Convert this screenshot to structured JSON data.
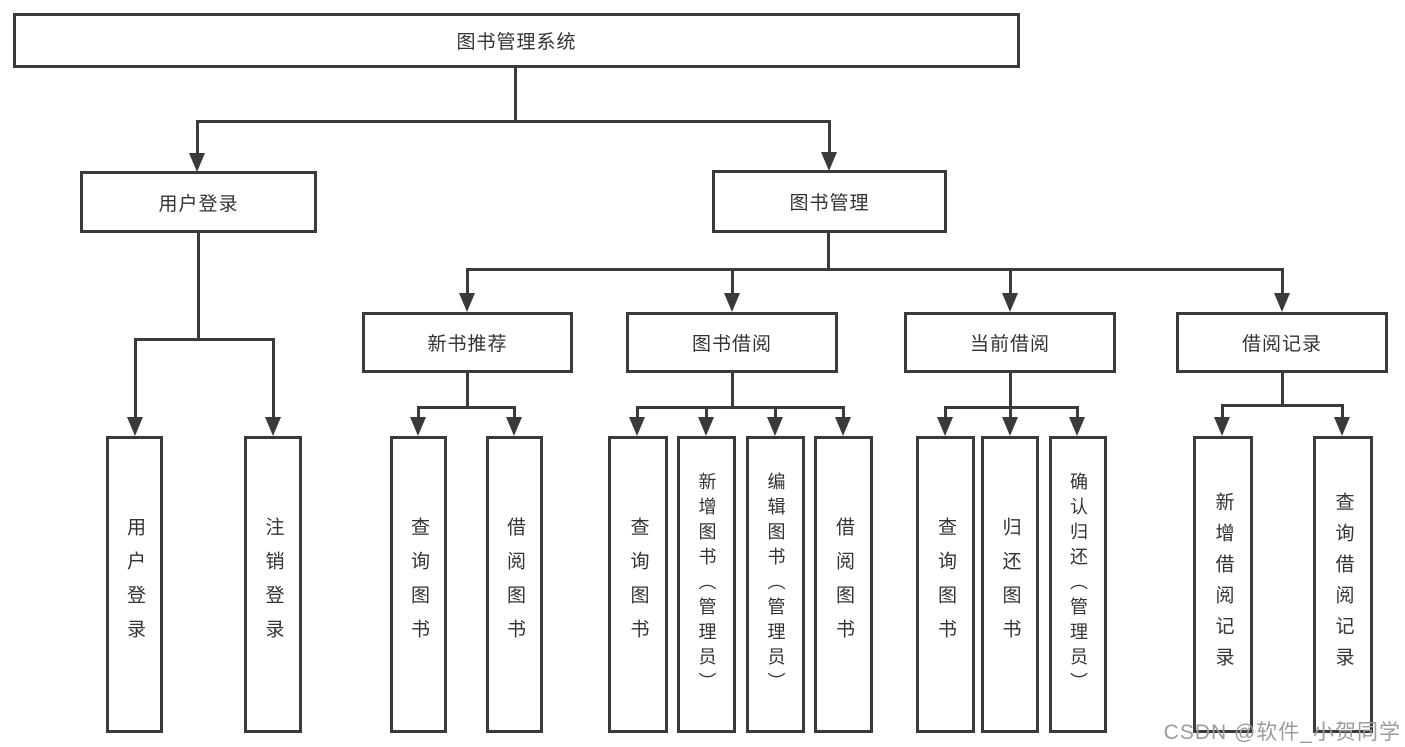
{
  "nodes": {
    "root": "图书管理系统",
    "user_login": "用户登录",
    "book_mgmt": "图书管理",
    "new_book_rec": "新书推荐",
    "book_borrow": "图书借阅",
    "current_borrow": "当前借阅",
    "borrow_records": "借阅记录",
    "ul_login": "用户登录",
    "ul_logout": "注销登录",
    "nbr_query": "查询图书",
    "nbr_borrow": "借阅图书",
    "bb_query": "查询图书",
    "bb_add": "新增图书（管理员）",
    "bb_edit": "编辑图书（管理员）",
    "bb_borrow": "借阅图书",
    "cb_query": "查询图书",
    "cb_return": "归还图书",
    "cb_confirm": "确认归还（管理员）",
    "br_add": "新增借阅记录",
    "br_query": "查询借阅记录"
  },
  "watermark": "CSDN @软件_小贺同学",
  "colors": {
    "line": "#3a3a3a",
    "text": "#333333",
    "background": "#ffffff",
    "watermark": "#9c9c9c"
  }
}
